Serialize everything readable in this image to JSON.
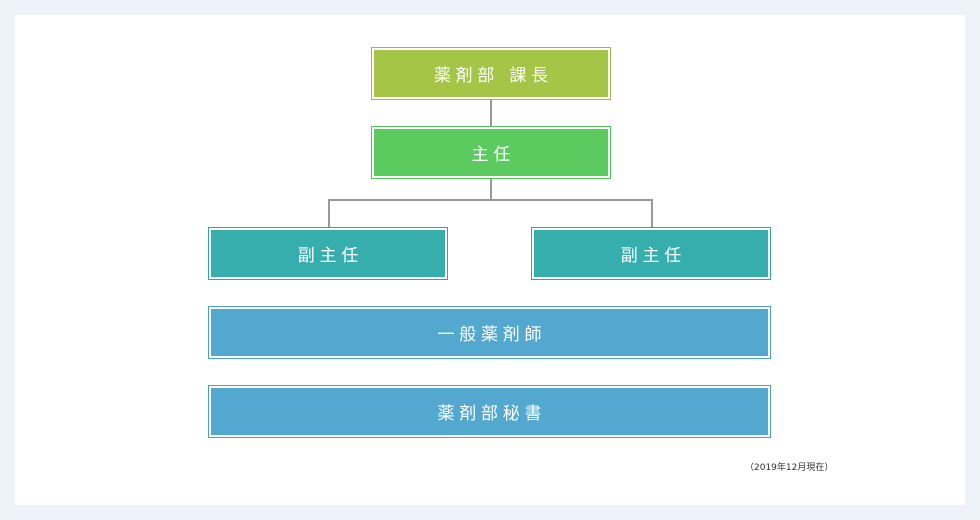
{
  "org_chart": {
    "director": "薬剤部 課長",
    "chief": "主任",
    "deputy_chiefs": [
      "副主任",
      "副主任"
    ],
    "general_pharmacists": "一般薬剤師",
    "secretary": "薬剤部秘書"
  },
  "note": "（2019年12月現在）",
  "colors": {
    "director": "#a4c545",
    "chief": "#5ccb5f",
    "deputy": "#37aeae",
    "staff": "#53a8cf",
    "connector": "#999999",
    "background": "#edf3f8"
  }
}
